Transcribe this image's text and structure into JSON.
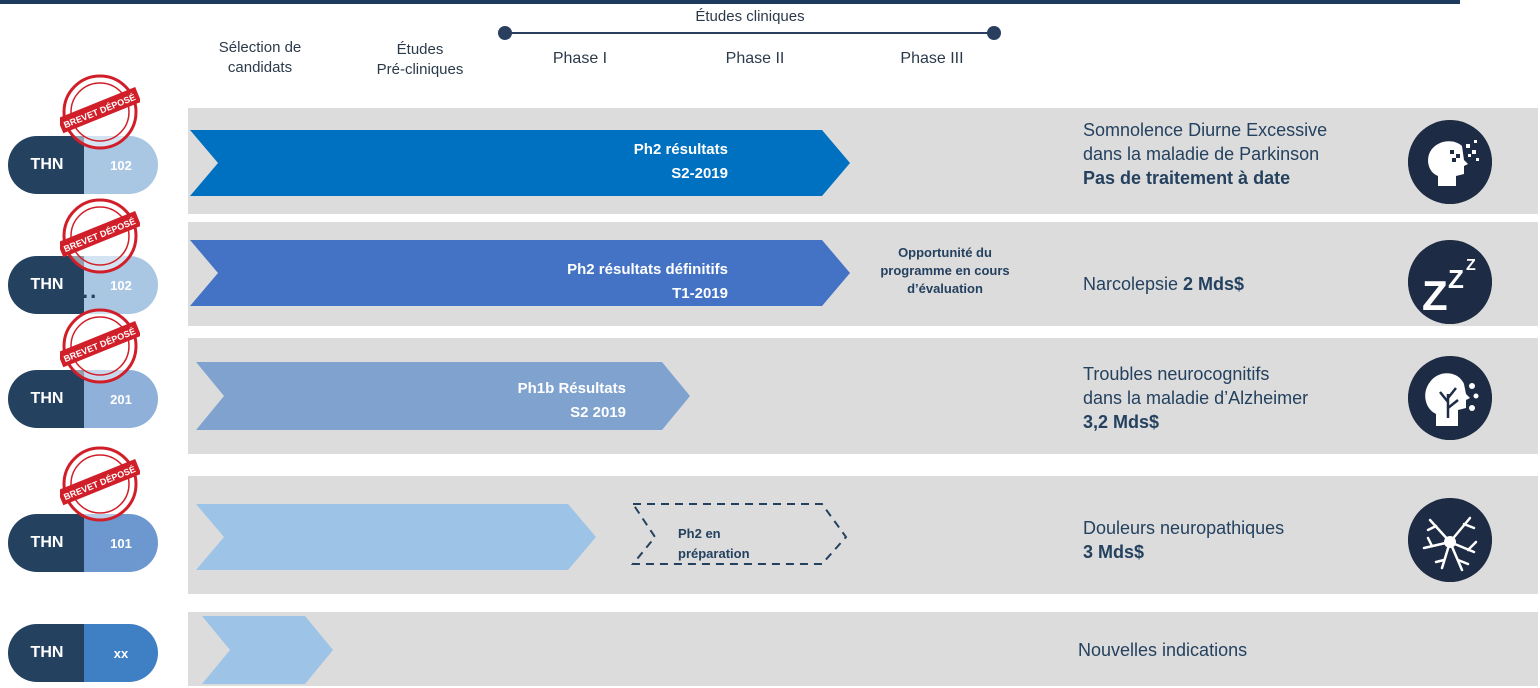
{
  "header": {
    "selection": "Sélection de\ncandidats",
    "etudes_pre": "Études\nPré-cliniques",
    "etudes_cliniques": "Études cliniques",
    "phase1": "Phase I",
    "phase2": "Phase  II",
    "phase3": "Phase III"
  },
  "stamp_text": "BREVET DÉPOSÉ",
  "rows": [
    {
      "thn": "THN",
      "code": "102",
      "code_color": "#a9c6e3",
      "arrow_color": "#0070c0",
      "arrow_l1": "Ph2 résultats",
      "arrow_l2": "S2-2019",
      "ind1": "Somnolence Diurne Excessive",
      "ind2": "dans la maladie de Parkinson",
      "ind3": "Pas de traitement à date",
      "icon": "head-pixel-icon"
    },
    {
      "thn": "THN",
      "code": "102",
      "code_color": "#a9c6e3",
      "arrow_color": "#4472c4",
      "arrow_l1": "Ph2 résultats définitifs",
      "arrow_l2": "T1-2019",
      "extra_dots": "..",
      "opportunity": "Opportunité du\nprogramme en cours\nd’évaluation",
      "ind1": "Narcolepsie ",
      "ind1b": "2 Mds$",
      "icon": "sleep-zzz-icon"
    },
    {
      "thn": "THN",
      "code": "201",
      "code_color": "#8fb0d8",
      "arrow_color": "#7fa2cf",
      "arrow_l1": "Ph1b Résultats",
      "arrow_l2": "S2 2019",
      "ind1": "Troubles neurocognitifs",
      "ind2": "dans la maladie d’Alzheimer",
      "ind3": "3,2 Mds$",
      "icon": "head-tree-icon"
    },
    {
      "thn": "THN",
      "code": "101",
      "code_color": "#6c98cf",
      "arrow_color": "#9dc3e6",
      "prep": "Ph2 en\npréparation",
      "ind1": "Douleurs neuropathiques",
      "ind2": "3 Mds$",
      "icon": "neuron-icon"
    },
    {
      "thn": "THN",
      "code": "xx",
      "code_color": "#3f7fc4",
      "arrow_color": "#9dc3e6",
      "ind1": "Nouvelles indications"
    }
  ]
}
